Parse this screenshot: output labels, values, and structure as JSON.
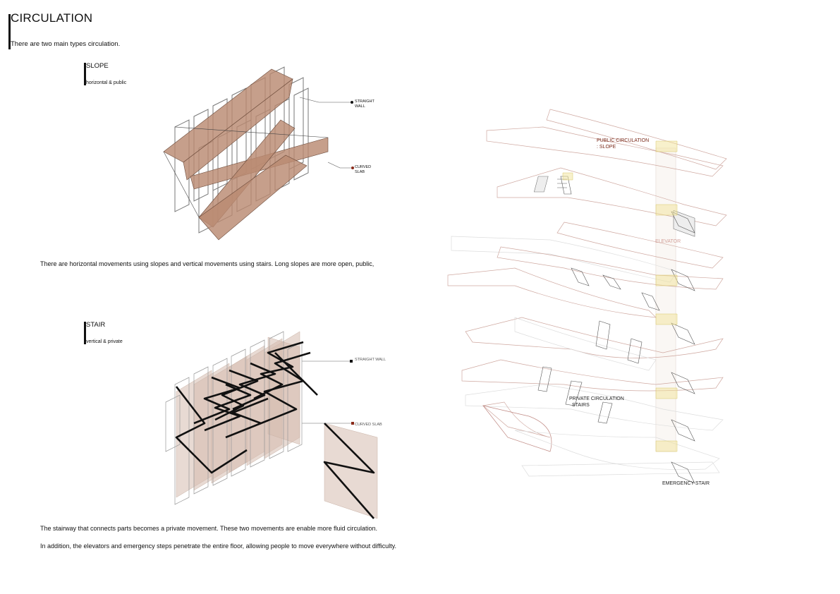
{
  "header": {
    "title": "CIRCULATION",
    "intro": "There are two main types circulation."
  },
  "slope": {
    "title": "SLOPE",
    "subtitle": "horizontal & public",
    "callout_straight": [
      "STRAIGHT",
      "WALL"
    ],
    "callout_curved": [
      "CURVED",
      "SLAB"
    ],
    "description": "There are horizontal movements using slopes and vertical movements using stairs. Long slopes are more open, public,"
  },
  "stair": {
    "title": "STAIR",
    "subtitle": "vertical & private",
    "callout_top": "STRAIGHT WALL",
    "callout_mid": "CURVED SLAB",
    "description_1": "The stairway that connects parts becomes a private movement. These two movements are enable more fluid circulation.",
    "description_2": "In addition, the elevators and emergency steps penetrate the entire floor, allowing people to move everywhere without difficulty."
  },
  "axonometric": {
    "public_label": [
      "PUBLIC CIRCULATION",
      ": SLOPE"
    ],
    "elevator_label": "ELEVATOR",
    "private_label": [
      "PRIVATE CIRCULATION",
      "STAIRS"
    ],
    "emergency_label": "EMERGENCY STAIR"
  },
  "colors": {
    "slab_fill": "#b98a72",
    "wall_fill": "#d6bcae",
    "public_line": "#c9a19a",
    "elevator_text": "#d3a19a",
    "stair_line": "#111111"
  }
}
